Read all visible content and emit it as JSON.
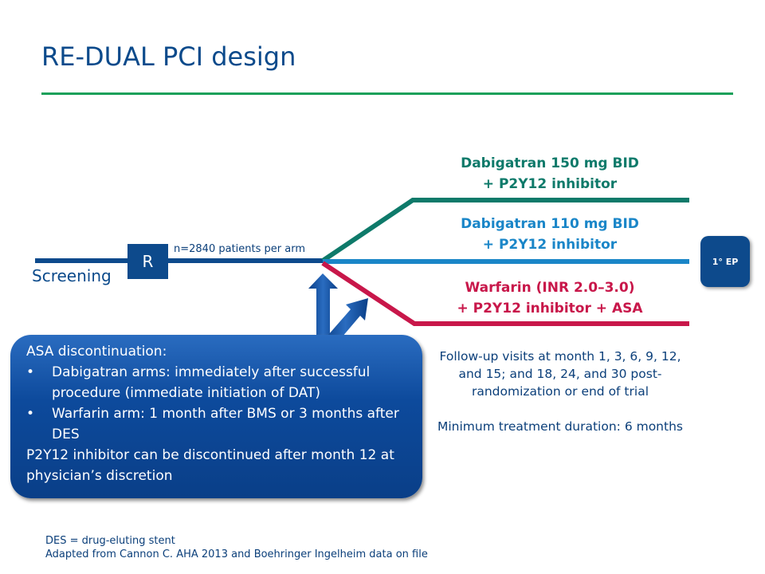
{
  "title": "RE-DUAL PCI design",
  "screening_label": "Screening",
  "randomization_label": "R",
  "n_label": "n=2840 patients per arm",
  "arms": [
    {
      "line1": "Dabigatran 150 mg BID",
      "line2": "+ P2Y12 inhibitor",
      "color": "#0e7a6a"
    },
    {
      "line1": "Dabigatran 110 mg BID",
      "line2": "+ P2Y12 inhibitor",
      "color": "#1a86c8"
    },
    {
      "line1": "Warfarin (INR 2.0–3.0)",
      "line2": "+ P2Y12 inhibitor + ASA",
      "color": "#c8174a"
    }
  ],
  "endpoint_label": "1° EP",
  "callout": {
    "heading": "ASA discontinuation:",
    "bullets": [
      "Dabigatran arms: immediately after successful procedure (immediate initiation of DAT)",
      "Warfarin arm: 1 month after BMS or 3 months after DES"
    ],
    "footer": "P2Y12 inhibitor can be discontinued after month 12 at physician’s discretion"
  },
  "followup": "Follow-up visits at month 1, 3, 6, 9, 12, and 15; and 18, 24, and 30 post-randomization or end of trial",
  "min_duration": "Minimum treatment duration: 6 months",
  "footnotes": [
    "DES = drug-eluting stent",
    "Adapted from Cannon C. AHA 2013 and Boehringer Ingelheim data on file"
  ]
}
